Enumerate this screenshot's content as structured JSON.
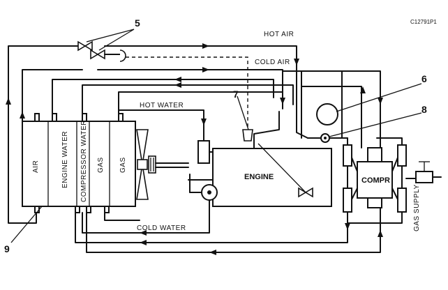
{
  "figure_id": "C12791P1",
  "callouts": {
    "c5": "5",
    "c6": "6",
    "c7": "7",
    "c8": "8",
    "c9": "9"
  },
  "flow_labels": {
    "hot_air": "HOT AIR",
    "cold_air": "COLD AIR",
    "hot_water": "HOT WATER",
    "cold_water": "COLD WATER",
    "gas_supply": "GAS SUPPLY"
  },
  "cooler_sections": {
    "air": "AIR",
    "engine_water": "ENGINE WATER",
    "compressor_water": "COMPRESSOR WATER",
    "gas1": "GAS",
    "gas2": "GAS"
  },
  "components": {
    "engine": "ENGINE",
    "compressor": "COMPR"
  },
  "icons": [
    "valve-icon",
    "gauge-icon",
    "fan-icon",
    "pump-icon",
    "thermostat-icon"
  ]
}
